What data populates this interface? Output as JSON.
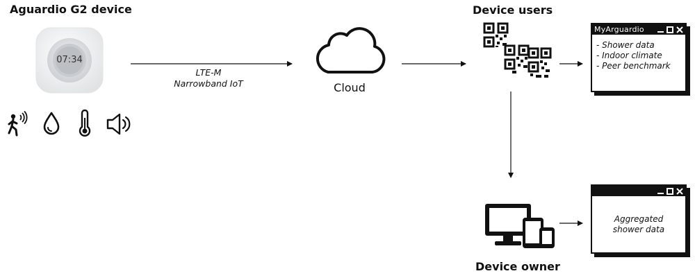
{
  "device": {
    "title": "Aguardio G2 device",
    "clock": "07:34"
  },
  "link": {
    "line1": "LTE-M",
    "line2": "Narrowband IoT"
  },
  "cloud": {
    "label": "Cloud"
  },
  "users": {
    "title": "Device users"
  },
  "user_window": {
    "title": "MyArguardio",
    "items": [
      "- Shower data",
      "- Indoor climate",
      "- Peer benchmark"
    ]
  },
  "owner": {
    "title": "Device owner"
  },
  "owner_window": {
    "lines": [
      "Aggregated",
      "shower data"
    ]
  },
  "icons": [
    "motion-sensor-icon",
    "water-drop-icon",
    "thermometer-icon",
    "speaker-icon",
    "cloud-icon",
    "qr-code-icon",
    "devices-icon",
    "minimize-icon",
    "maximize-icon",
    "close-icon"
  ]
}
